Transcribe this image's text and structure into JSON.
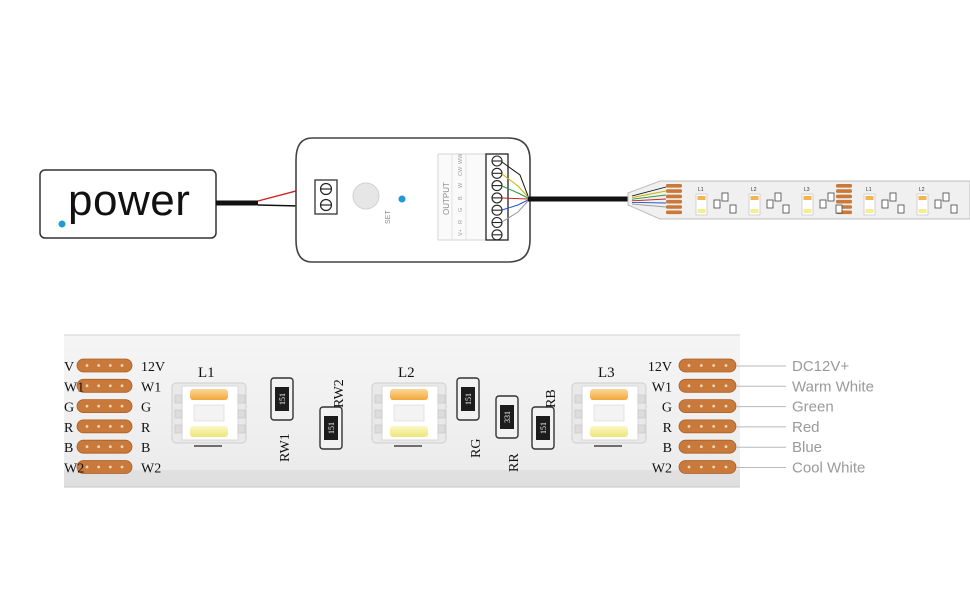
{
  "power_box": {
    "label": "power"
  },
  "controller": {
    "set_label": "SET",
    "output_label": "OUTPUT",
    "terminal_labels": [
      "V+",
      "R",
      "G",
      "B",
      "W",
      "CW",
      "WW"
    ]
  },
  "mini_strip": {
    "led_labels": [
      "L1",
      "L2",
      "L3",
      "L1",
      "L2"
    ]
  },
  "strip": {
    "led_labels": [
      "L1",
      "L2",
      "L3"
    ],
    "left_pad_labels": [
      "V",
      "W1",
      "G",
      "R",
      "B",
      "W2"
    ],
    "pad_labels": [
      "12V",
      "W1",
      "G",
      "R",
      "B",
      "W2"
    ],
    "resistor_codes": [
      "151",
      "151",
      "151",
      "331",
      "151"
    ],
    "resistor_labels": [
      "RW1",
      "RW2",
      "RG",
      "RR",
      "RB"
    ]
  },
  "channel_legend": [
    "DC12V+",
    "Warm White",
    "Green",
    "Red",
    "Blue",
    "Cool White"
  ],
  "colors": {
    "wire_red": "#d11f1f",
    "wire_black": "#111111",
    "accent_dot": "#1e9bd7",
    "pad_copper": "#c9793a",
    "led_warm": "#f6b24c",
    "led_cool": "#f4ee8c",
    "legend_text": "#9a9a9a"
  }
}
